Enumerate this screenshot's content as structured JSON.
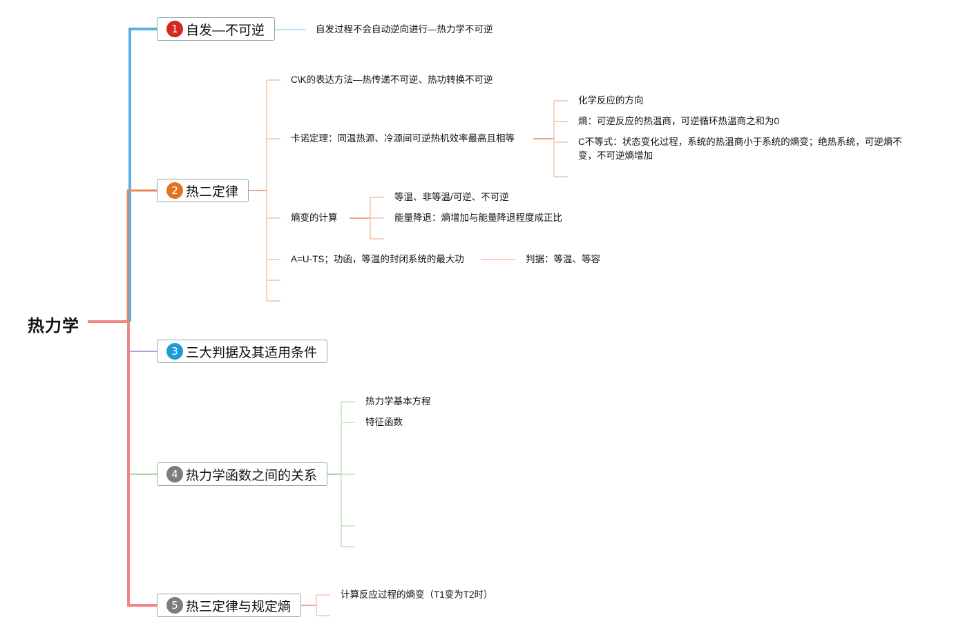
{
  "root": {
    "label": "热力学"
  },
  "branches": [
    {
      "num": "1",
      "label": "自发—不可逆",
      "color": "#d32a1f",
      "children": [
        "自发过程不会自动逆向进行—热力学不可逆"
      ]
    },
    {
      "num": "2",
      "label": "热二定律",
      "color": "#e2731f",
      "children": [
        "C\\K的表达方法—热传递不可逆、热功转换不可逆",
        "卡诺定理：同温热源、冷源间可逆热机效率最高且相等",
        "熵变的计算",
        "A=U-TS；功函，等温的封闭系统的最大功"
      ],
      "carnot_children": [
        "化学反应的方向",
        "熵：可逆反应的热温商，可逆循环热温商之和为0",
        "C不等式：状态变化过程，系统的热温商小于系统的熵变；绝热系统，可逆熵不变，不可逆熵增加"
      ],
      "entropy_children": [
        "等温、非等温/可逆、不可逆",
        "能量降退：熵增加与能量降退程度成正比"
      ],
      "helmholtz_children": [
        "判据：等温、等容"
      ]
    },
    {
      "num": "3",
      "label": "三大判据及其适用条件",
      "color": "#1e9bd7",
      "children": []
    },
    {
      "num": "4",
      "label": "热力学函数之间的关系",
      "color": "#7d7d7d",
      "children": [
        "热力学基本方程",
        "特征函数"
      ]
    },
    {
      "num": "5",
      "label": "热三定律与规定熵",
      "color": "#7d7d7d",
      "children": [
        "计算反应过程的熵变（T1变为T2时）"
      ]
    }
  ],
  "colors": {
    "blue": "#5aaee2",
    "orange": "#e68a5c",
    "purple": "#9b7fd6",
    "green": "#8ccf86",
    "red": "#ef8585"
  }
}
